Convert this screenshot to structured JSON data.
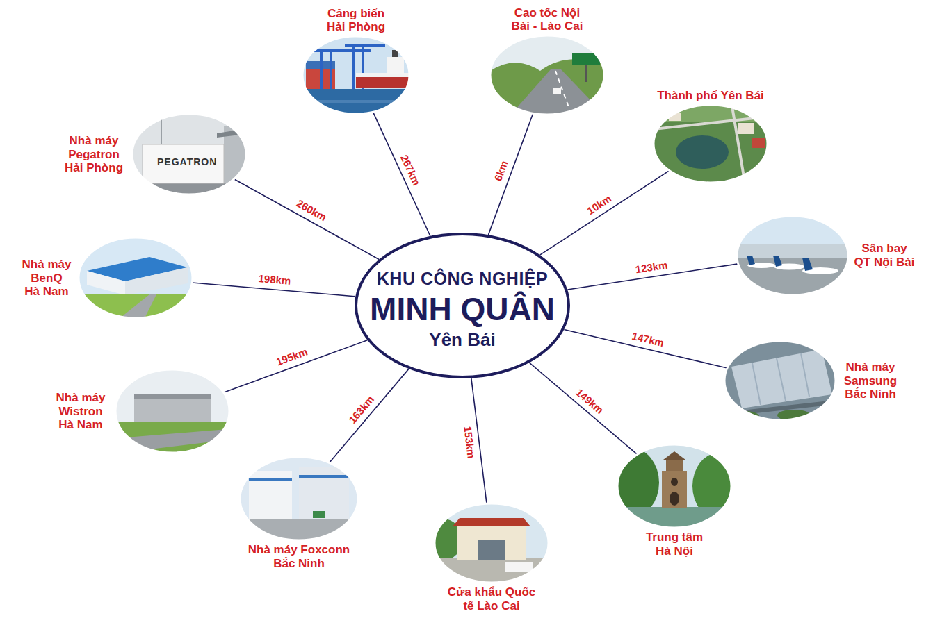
{
  "diagram": {
    "nodes": [
      {
        "text": [
          "KHU CÔNG NGHIỆP",
          "MINH QUÂN",
          "Yên Bái"
        ]
      },
      {
        "text": [
          "Cảng biển Hải Phòng"
        ]
      },
      {
        "text": [
          "Cao tốc Nội Bài - Lào Cai"
        ]
      },
      {
        "text": [
          "Thành phố Yên Bái"
        ]
      },
      {
        "text": [
          "Sân bay QT Nội Bài"
        ]
      },
      {
        "text": [
          "Nhà máy Samsung Bắc Ninh"
        ]
      },
      {
        "text": [
          "Trung tâm Hà Nội"
        ]
      },
      {
        "text": [
          "Cửa khẩu Quốc tế Lào Cai"
        ]
      },
      {
        "text": [
          "Nhà máy Foxconn Bắc Ninh"
        ]
      },
      {
        "text": [
          "Nhà máy Wistron Hà Nam"
        ]
      },
      {
        "text": [
          "Nhà máy BenQ Hà Nam"
        ]
      },
      {
        "text": [
          "Nhà máy Pegatron Hải Phòng"
        ]
      }
    ],
    "edges": [
      {
        "from": 0,
        "to": 1,
        "arrow": "none",
        "label": "267km"
      },
      {
        "from": 0,
        "to": 2,
        "arrow": "none",
        "label": "6km"
      },
      {
        "from": 0,
        "to": 3,
        "arrow": "none",
        "label": "10km"
      },
      {
        "from": 0,
        "to": 4,
        "arrow": "none",
        "label": "123km"
      },
      {
        "from": 0,
        "to": 5,
        "arrow": "none",
        "label": "147km"
      },
      {
        "from": 0,
        "to": 6,
        "arrow": "none",
        "label": "149km"
      },
      {
        "from": 0,
        "to": 7,
        "arrow": "none",
        "label": "153km"
      },
      {
        "from": 0,
        "to": 8,
        "arrow": "none",
        "label": "163km"
      },
      {
        "from": 0,
        "to": 9,
        "arrow": "none",
        "label": "195km"
      },
      {
        "from": 0,
        "to": 10,
        "arrow": "none",
        "label": "198km"
      },
      {
        "from": 0,
        "to": 11,
        "arrow": "none",
        "label": "260km"
      }
    ],
    "labels": [
      "PEGATRON"
    ]
  }
}
